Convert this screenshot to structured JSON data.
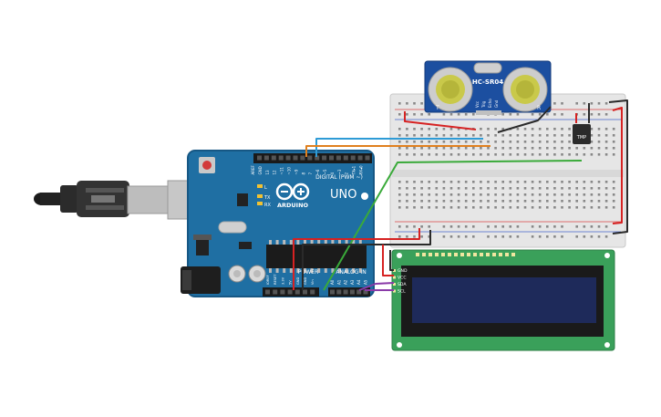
{
  "arduino": {
    "brand": "ARDUINO",
    "model": "UNO",
    "digital_label": "DIGITAL (PWM ~)",
    "power_label": "POWER",
    "analog_label": "ANALOG IN",
    "led_tx": "TX",
    "led_rx": "RX",
    "led_l": "L",
    "digital_pins": [
      "AREF",
      "GND",
      "13",
      "12",
      "~11",
      "~10",
      "~9",
      "8",
      "7",
      "~6",
      "~5",
      "4",
      "~3",
      "2",
      "TX▸1",
      "RX◂0"
    ],
    "power_pins": [
      "IOREF",
      "RESET",
      "3.3V",
      "5V",
      "GND",
      "GND",
      "Vin"
    ],
    "analog_pins": [
      "A0",
      "A1",
      "A2",
      "A3",
      "A4",
      "A5"
    ]
  },
  "ultrasonic": {
    "label": "HC-SR04",
    "pins": [
      "Vcc",
      "Trig",
      "Echo",
      "Gnd"
    ],
    "left_mark": "T",
    "right_mark": "R"
  },
  "temp_sensor": {
    "label": "TMP"
  },
  "lcd": {
    "pins": [
      "GND",
      "VCC",
      "SDA",
      "SCL"
    ]
  },
  "colors": {
    "board": "#1f6fa3",
    "board_dark": "#165784",
    "breadboard": "#e6e6e6",
    "lcd_pcb": "#3aa05a",
    "lcd_screen": "#1e2a5a",
    "wire_red": "#d62222",
    "wire_black": "#2a2a2a",
    "wire_blue": "#2e9bd6",
    "wire_orange": "#e0801e",
    "wire_green": "#3aaa3a",
    "wire_purple": "#8a3aa8"
  }
}
